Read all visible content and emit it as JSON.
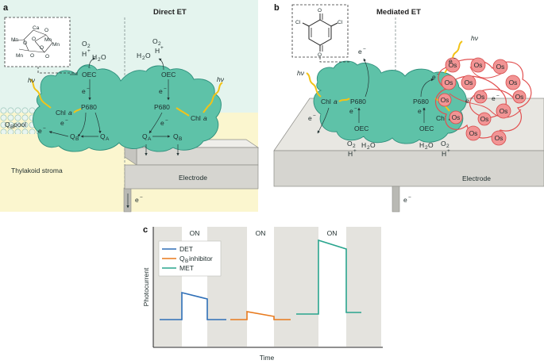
{
  "panel_a": {
    "letter": "a",
    "title": "Direct ET",
    "mn_cluster": [
      "Ca",
      "O",
      "Mn",
      "O",
      "Mn",
      "O",
      "Mn",
      "O",
      "Mn",
      "O",
      "O"
    ],
    "labels": {
      "o2": "O",
      "o2_sub": "2",
      "h_plus": "H",
      "h_plus_sup": "+",
      "h2o_h": "H",
      "h2o_sub": "2",
      "h2o_o": "O",
      "oec": "OEC",
      "electron": "e",
      "electron_sup": "−",
      "p680": "P680",
      "chl": "Chl",
      "chl_a": "a",
      "hv": "hν",
      "qb_pool": "Q",
      "qb_pool_sub": "B",
      "qb_pool_rest": " pool",
      "q": "Q",
      "q_sub_b": "B",
      "q_sub_a": "A",
      "stroma": "Thylakoid stroma",
      "electrode": "Electrode"
    }
  },
  "panel_b": {
    "letter": "b",
    "title": "Mediated ET",
    "quinone_cl": "Cl",
    "quinone_o": "O",
    "os": "Os",
    "electrode": "Electrode"
  },
  "panel_c": {
    "letter": "c",
    "on_label": "ON",
    "ylabel": "Photocurrent",
    "xlabel": "Time",
    "legend": [
      {
        "name": "DET",
        "color": "#2f6fb7"
      },
      {
        "name": "Q",
        "sub": "B",
        "rest": " inhibitor",
        "color": "#e87a1d"
      },
      {
        "name": "MET",
        "color": "#2aa58e"
      }
    ]
  },
  "colors": {
    "protein": "#5ec2a8",
    "protein_edge": "#2e8f7c",
    "light": "#f2c318",
    "os_fill": "#f29494",
    "os_edge": "#d54a4a",
    "polymer": "#e25050",
    "electrode": "#d9d8d3",
    "stroma": "#fbf6cf",
    "lumen": "#e4f4ee"
  }
}
